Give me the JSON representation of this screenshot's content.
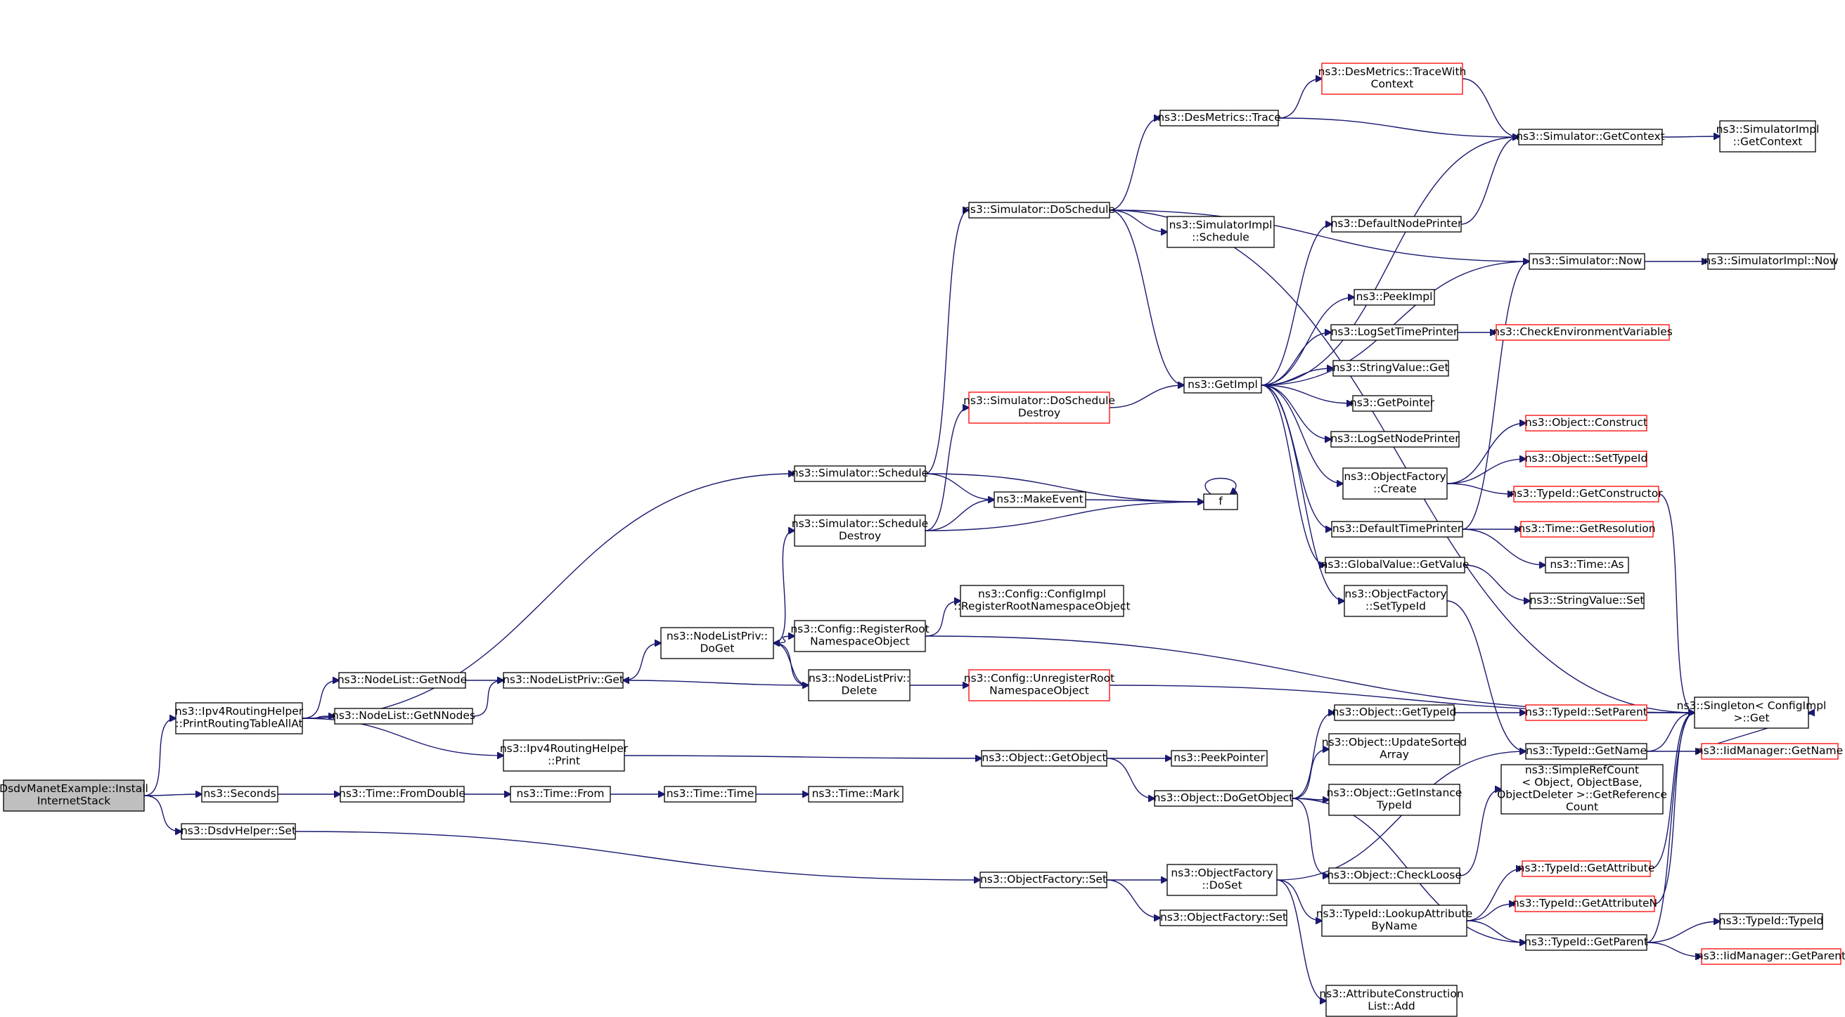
{
  "graph": {
    "nodes": [
      {
        "id": "root",
        "lines": [
          "DsdvManetExample::Install",
          "InternetStack"
        ],
        "kind": "root"
      },
      {
        "id": "prtall",
        "lines": [
          "ns3::Ipv4RoutingHelper",
          "::PrintRoutingTableAllAt"
        ],
        "kind": "normal"
      },
      {
        "id": "seconds",
        "lines": [
          "ns3::Seconds"
        ],
        "kind": "normal"
      },
      {
        "id": "dsdvset",
        "lines": [
          "ns3::DsdvHelper::Set"
        ],
        "kind": "normal"
      },
      {
        "id": "sched",
        "lines": [
          "ns3::Simulator::Schedule"
        ],
        "kind": "normal"
      },
      {
        "id": "schedDestroy",
        "lines": [
          "ns3::Simulator::Schedule",
          "Destroy"
        ],
        "kind": "normal"
      },
      {
        "id": "nlGetNode",
        "lines": [
          "ns3::NodeList::GetNode"
        ],
        "kind": "normal"
      },
      {
        "id": "nlGetNNodes",
        "lines": [
          "ns3::NodeList::GetNNodes"
        ],
        "kind": "normal"
      },
      {
        "id": "nlpGet",
        "lines": [
          "ns3::NodeListPriv::Get"
        ],
        "kind": "normal"
      },
      {
        "id": "ipv4Print",
        "lines": [
          "ns3::Ipv4RoutingHelper",
          "::Print"
        ],
        "kind": "normal"
      },
      {
        "id": "fromDouble",
        "lines": [
          "ns3::Time::FromDouble"
        ],
        "kind": "normal"
      },
      {
        "id": "timeFrom",
        "lines": [
          "ns3::Time::From"
        ],
        "kind": "normal"
      },
      {
        "id": "timeTime",
        "lines": [
          "ns3::Time::Time"
        ],
        "kind": "normal"
      },
      {
        "id": "timeMark",
        "lines": [
          "ns3::Time::Mark"
        ],
        "kind": "normal"
      },
      {
        "id": "nlpDoGet",
        "lines": [
          "ns3::NodeListPriv::",
          "DoGet"
        ],
        "kind": "normal"
      },
      {
        "id": "nlpDelete",
        "lines": [
          "ns3::NodeListPriv::",
          "Delete"
        ],
        "kind": "normal"
      },
      {
        "id": "cfgRegRoot",
        "lines": [
          "ns3::Config::RegisterRoot",
          "NamespaceObject"
        ],
        "kind": "normal"
      },
      {
        "id": "cfgImplReg",
        "lines": [
          "ns3::Config::ConfigImpl",
          "::RegisterRootNamespaceObject"
        ],
        "kind": "normal"
      },
      {
        "id": "cfgUnreg",
        "lines": [
          "ns3::Config::UnregisterRoot",
          "NamespaceObject"
        ],
        "kind": "red"
      },
      {
        "id": "makeEvent",
        "lines": [
          "ns3::MakeEvent"
        ],
        "kind": "normal"
      },
      {
        "id": "f",
        "lines": [
          "f"
        ],
        "kind": "normal"
      },
      {
        "id": "simDoSched",
        "lines": [
          "ns3::Simulator::DoSchedule"
        ],
        "kind": "normal"
      },
      {
        "id": "simDoSchedDestroy",
        "lines": [
          "ns3::Simulator::DoSchedule",
          "Destroy"
        ],
        "kind": "red"
      },
      {
        "id": "desTrace",
        "lines": [
          "ns3::DesMetrics::Trace"
        ],
        "kind": "normal"
      },
      {
        "id": "desTraceCtx",
        "lines": [
          "ns3::DesMetrics::TraceWith",
          "Context"
        ],
        "kind": "red"
      },
      {
        "id": "simImplSched",
        "lines": [
          "ns3::SimulatorImpl",
          "::Schedule"
        ],
        "kind": "normal"
      },
      {
        "id": "getImpl",
        "lines": [
          "ns3::GetImpl"
        ],
        "kind": "normal"
      },
      {
        "id": "simGetCtx",
        "lines": [
          "ns3::Simulator::GetContext"
        ],
        "kind": "normal"
      },
      {
        "id": "simImplGetCtx",
        "lines": [
          "ns3::SimulatorImpl",
          "::GetContext"
        ],
        "kind": "normal"
      },
      {
        "id": "defNodePrinter",
        "lines": [
          "ns3::DefaultNodePrinter"
        ],
        "kind": "normal"
      },
      {
        "id": "simNow",
        "lines": [
          "ns3::Simulator::Now"
        ],
        "kind": "normal"
      },
      {
        "id": "simImplNow",
        "lines": [
          "ns3::SimulatorImpl::Now"
        ],
        "kind": "normal"
      },
      {
        "id": "peekImpl",
        "lines": [
          "ns3::PeekImpl"
        ],
        "kind": "normal"
      },
      {
        "id": "logSetTime",
        "lines": [
          "ns3::LogSetTimePrinter"
        ],
        "kind": "normal"
      },
      {
        "id": "checkEnv",
        "lines": [
          "ns3::CheckEnvironmentVariables"
        ],
        "kind": "red"
      },
      {
        "id": "strValGet",
        "lines": [
          "ns3::StringValue::Get"
        ],
        "kind": "normal"
      },
      {
        "id": "getPointer",
        "lines": [
          "ns3::GetPointer"
        ],
        "kind": "normal"
      },
      {
        "id": "logSetNode",
        "lines": [
          "ns3::LogSetNodePrinter"
        ],
        "kind": "normal"
      },
      {
        "id": "objFactCreate",
        "lines": [
          "ns3::ObjectFactory",
          "::Create"
        ],
        "kind": "normal"
      },
      {
        "id": "objConstruct",
        "lines": [
          "ns3::Object::Construct"
        ],
        "kind": "red"
      },
      {
        "id": "objSetTypeId",
        "lines": [
          "ns3::Object::SetTypeId"
        ],
        "kind": "red"
      },
      {
        "id": "tidGetCtor",
        "lines": [
          "ns3::TypeId::GetConstructor"
        ],
        "kind": "red"
      },
      {
        "id": "defTimePrinter",
        "lines": [
          "ns3::DefaultTimePrinter"
        ],
        "kind": "normal"
      },
      {
        "id": "timeGetRes",
        "lines": [
          "ns3::Time::GetResolution"
        ],
        "kind": "red"
      },
      {
        "id": "timeAs",
        "lines": [
          "ns3::Time::As"
        ],
        "kind": "normal"
      },
      {
        "id": "gvGetValue",
        "lines": [
          "ns3::GlobalValue::GetValue"
        ],
        "kind": "normal"
      },
      {
        "id": "strValSet",
        "lines": [
          "ns3::StringValue::Set"
        ],
        "kind": "normal"
      },
      {
        "id": "objFactSetTid",
        "lines": [
          "ns3::ObjectFactory",
          "::SetTypeId"
        ],
        "kind": "normal"
      },
      {
        "id": "singletonGet",
        "lines": [
          "ns3::Singleton< ConfigImpl",
          ">::Get"
        ],
        "kind": "normal"
      },
      {
        "id": "objGetTypeId",
        "lines": [
          "ns3::Object::GetTypeId"
        ],
        "kind": "normal"
      },
      {
        "id": "tidSetParent",
        "lines": [
          "ns3::TypeId::SetParent"
        ],
        "kind": "red"
      },
      {
        "id": "objGetObject",
        "lines": [
          "ns3::Object::GetObject"
        ],
        "kind": "normal"
      },
      {
        "id": "peekPointer",
        "lines": [
          "ns3::PeekPointer"
        ],
        "kind": "normal"
      },
      {
        "id": "objUpdSorted",
        "lines": [
          "ns3::Object::UpdateSorted",
          "Array"
        ],
        "kind": "normal"
      },
      {
        "id": "tidGetName",
        "lines": [
          "ns3::TypeId::GetName"
        ],
        "kind": "normal"
      },
      {
        "id": "iidGetName",
        "lines": [
          "ns3::IidManager::GetName"
        ],
        "kind": "red"
      },
      {
        "id": "objDoGetObject",
        "lines": [
          "ns3::Object::DoGetObject"
        ],
        "kind": "normal"
      },
      {
        "id": "objGetInstTid",
        "lines": [
          "ns3::Object::GetInstance",
          "TypeId"
        ],
        "kind": "normal"
      },
      {
        "id": "simpleRefCount",
        "lines": [
          "ns3::SimpleRefCount",
          "< Object, ObjectBase,",
          "ObjectDeleter >::GetReference",
          "Count"
        ],
        "kind": "normal"
      },
      {
        "id": "objFactSet",
        "lines": [
          "ns3::ObjectFactory::Set"
        ],
        "kind": "normal"
      },
      {
        "id": "objFactDoSet",
        "lines": [
          "ns3::ObjectFactory",
          "::DoSet"
        ],
        "kind": "normal"
      },
      {
        "id": "objFactSet2",
        "lines": [
          "ns3::ObjectFactory::Set"
        ],
        "kind": "normal"
      },
      {
        "id": "objCheckLoose",
        "lines": [
          "ns3::Object::CheckLoose"
        ],
        "kind": "normal"
      },
      {
        "id": "tidGetAttr",
        "lines": [
          "ns3::TypeId::GetAttribute"
        ],
        "kind": "red"
      },
      {
        "id": "tidLookupAttr",
        "lines": [
          "ns3::TypeId::LookupAttribute",
          "ByName"
        ],
        "kind": "normal"
      },
      {
        "id": "tidGetAttrN",
        "lines": [
          "ns3::TypeId::GetAttributeN"
        ],
        "kind": "red"
      },
      {
        "id": "tidGetParent",
        "lines": [
          "ns3::TypeId::GetParent"
        ],
        "kind": "normal"
      },
      {
        "id": "tidTypeId",
        "lines": [
          "ns3::TypeId::TypeId"
        ],
        "kind": "normal"
      },
      {
        "id": "iidGetParent",
        "lines": [
          "ns3::IidManager::GetParent"
        ],
        "kind": "red"
      },
      {
        "id": "attrConstrAdd",
        "lines": [
          "ns3::AttributeConstruction",
          "List::Add"
        ],
        "kind": "normal"
      }
    ],
    "edges": [
      [
        "root",
        "prtall"
      ],
      [
        "root",
        "seconds"
      ],
      [
        "root",
        "dsdvset"
      ],
      [
        "prtall",
        "sched"
      ],
      [
        "prtall",
        "nlGetNode"
      ],
      [
        "prtall",
        "nlGetNNodes"
      ],
      [
        "prtall",
        "ipv4Print"
      ],
      [
        "seconds",
        "fromDouble"
      ],
      [
        "fromDouble",
        "timeFrom"
      ],
      [
        "timeFrom",
        "timeTime"
      ],
      [
        "timeTime",
        "timeMark"
      ],
      [
        "dsdvset",
        "objFactSet"
      ],
      [
        "sched",
        "simDoSched"
      ],
      [
        "sched",
        "makeEvent"
      ],
      [
        "sched",
        "f"
      ],
      [
        "schedDestroy",
        "simDoSchedDestroy"
      ],
      [
        "schedDestroy",
        "makeEvent"
      ],
      [
        "schedDestroy",
        "f"
      ],
      [
        "makeEvent",
        "f"
      ],
      [
        "f",
        "f"
      ],
      [
        "nlGetNode",
        "nlpGet"
      ],
      [
        "nlGetNNodes",
        "nlpGet"
      ],
      [
        "nlpGet",
        "nlpDoGet"
      ],
      [
        "nlpDoGet",
        "schedDestroy"
      ],
      [
        "nlpDoGet",
        "cfgRegRoot"
      ],
      [
        "nlpDoGet",
        "nlpDelete"
      ],
      [
        "nlpDelete",
        "nlpDoGet"
      ],
      [
        "nlpDelete",
        "nlpGet"
      ],
      [
        "nlpDelete",
        "cfgUnreg"
      ],
      [
        "cfgRegRoot",
        "cfgImplReg"
      ],
      [
        "cfgRegRoot",
        "singletonGet"
      ],
      [
        "cfgUnreg",
        "singletonGet"
      ],
      [
        "ipv4Print",
        "objGetObject"
      ],
      [
        "simDoSched",
        "desTrace"
      ],
      [
        "simDoSched",
        "simImplSched"
      ],
      [
        "simDoSched",
        "getImpl"
      ],
      [
        "simDoSched",
        "simNow"
      ],
      [
        "simDoSched",
        "singletonGet"
      ],
      [
        "simDoSchedDestroy",
        "getImpl"
      ],
      [
        "desTrace",
        "desTraceCtx"
      ],
      [
        "desTrace",
        "simGetCtx"
      ],
      [
        "desTraceCtx",
        "simGetCtx"
      ],
      [
        "simGetCtx",
        "simImplGetCtx"
      ],
      [
        "simNow",
        "simImplNow"
      ],
      [
        "getImpl",
        "simGetCtx"
      ],
      [
        "getImpl",
        "defNodePrinter"
      ],
      [
        "getImpl",
        "simNow"
      ],
      [
        "getImpl",
        "peekImpl"
      ],
      [
        "getImpl",
        "logSetTime"
      ],
      [
        "getImpl",
        "strValGet"
      ],
      [
        "getImpl",
        "getPointer"
      ],
      [
        "getImpl",
        "logSetNode"
      ],
      [
        "getImpl",
        "objFactCreate"
      ],
      [
        "getImpl",
        "defTimePrinter"
      ],
      [
        "getImpl",
        "gvGetValue"
      ],
      [
        "getImpl",
        "objFactSetTid"
      ],
      [
        "defNodePrinter",
        "simGetCtx"
      ],
      [
        "logSetTime",
        "checkEnv"
      ],
      [
        "objFactCreate",
        "objConstruct"
      ],
      [
        "objFactCreate",
        "objSetTypeId"
      ],
      [
        "objFactCreate",
        "tidGetCtor"
      ],
      [
        "tidGetCtor",
        "singletonGet"
      ],
      [
        "defTimePrinter",
        "simNow"
      ],
      [
        "defTimePrinter",
        "timeGetRes"
      ],
      [
        "defTimePrinter",
        "timeAs"
      ],
      [
        "gvGetValue",
        "strValSet"
      ],
      [
        "objFactSetTid",
        "tidGetName"
      ],
      [
        "objGetObject",
        "peekPointer"
      ],
      [
        "objGetObject",
        "objDoGetObject"
      ],
      [
        "objDoGetObject",
        "objGetTypeId"
      ],
      [
        "objDoGetObject",
        "objUpdSorted"
      ],
      [
        "objDoGetObject",
        "objGetInstTid"
      ],
      [
        "objDoGetObject",
        "objCheckLoose"
      ],
      [
        "objDoGetObject",
        "tidGetParent"
      ],
      [
        "objGetTypeId",
        "tidSetParent"
      ],
      [
        "tidSetParent",
        "singletonGet"
      ],
      [
        "tidGetName",
        "singletonGet"
      ],
      [
        "tidGetName",
        "iidGetName"
      ],
      [
        "iidGetName",
        "singletonGet"
      ],
      [
        "objCheckLoose",
        "simpleRefCount"
      ],
      [
        "objFactSet",
        "objFactDoSet"
      ],
      [
        "objFactSet",
        "objFactSet2"
      ],
      [
        "objFactDoSet",
        "tidGetName"
      ],
      [
        "objFactDoSet",
        "tidLookupAttr"
      ],
      [
        "objFactDoSet",
        "attrConstrAdd"
      ],
      [
        "tidLookupAttr",
        "tidGetAttr"
      ],
      [
        "tidLookupAttr",
        "tidGetAttrN"
      ],
      [
        "tidLookupAttr",
        "tidGetParent"
      ],
      [
        "tidGetAttr",
        "singletonGet"
      ],
      [
        "tidGetAttrN",
        "singletonGet"
      ],
      [
        "tidGetParent",
        "singletonGet"
      ],
      [
        "tidGetParent",
        "tidTypeId"
      ],
      [
        "tidGetParent",
        "iidGetParent"
      ]
    ]
  }
}
